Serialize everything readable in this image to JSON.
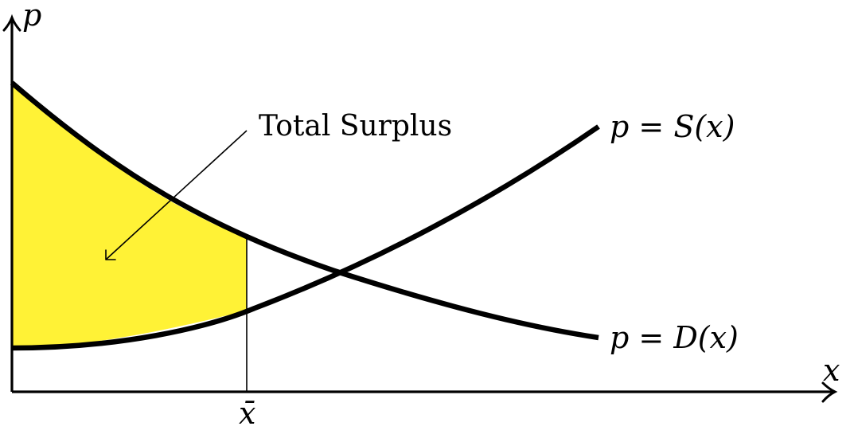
{
  "axes": {
    "x_label": "x",
    "y_label": "p",
    "x_tick_label": "x̄"
  },
  "curves": {
    "supply_label": "p = S(x)",
    "demand_label": "p = D(x)"
  },
  "annotation": {
    "text": "Total Surplus"
  },
  "colors": {
    "surplus_fill": "#FFF236",
    "curve_stroke": "#000000",
    "axis_stroke": "#000000"
  }
}
